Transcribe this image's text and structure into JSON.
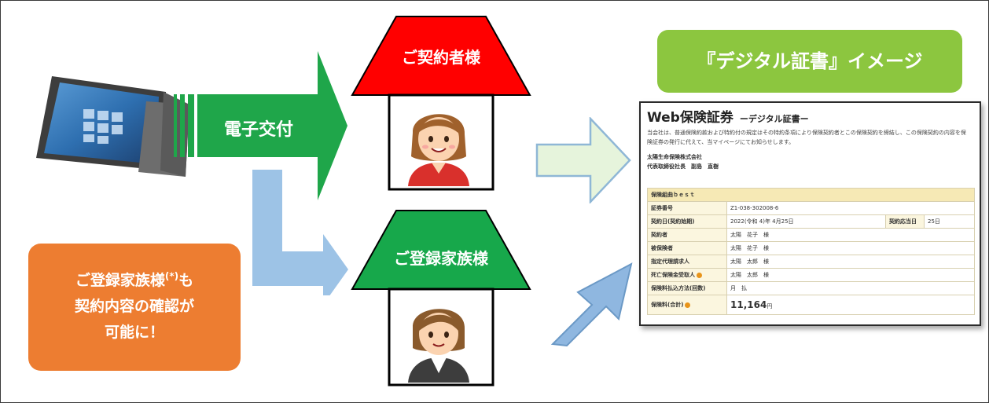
{
  "labels": {
    "electronic_delivery": "電子交付",
    "contractor": "ご契約者様",
    "family": "ご登録家族様",
    "image_caption": "『デジタル証書』イメージ",
    "callout_line1": "ご登録家族様",
    "callout_note": "(*)",
    "callout_line1_end": "も",
    "callout_line2": "契約内容の確認が",
    "callout_line3": "可能に！"
  },
  "doc": {
    "title": "Web保険証券",
    "subtitle": "ーデジタル証書ー",
    "intro_line1": "当会社は、普通保険約款および特約付の規定はその特約条項により保険契約者とこの保険契約を締結し、この保険契約の内容を保",
    "intro_line2": "険証券の発行に代えて、当マイページにてお知らせします。",
    "company_name": "太陽生命保険株式会社",
    "company_rep": "代表取締役社長　副島　直樹",
    "product": "保険組曲ｂｅｓｔ",
    "rows": [
      {
        "label": "証券番号",
        "value": "Z1-038-302008-6"
      },
      {
        "label": "契約日(契約始期)",
        "value": "2022(令和 4)年 4月25日",
        "label2": "契約応当日",
        "value2": "25日"
      },
      {
        "label": "契約者",
        "value": "太陽　花子　様"
      },
      {
        "label": "被保険者",
        "value": "太陽　花子　様"
      },
      {
        "label": "指定代理請求人",
        "value": "太陽　太郎　様"
      },
      {
        "label": "死亡保険金受取人",
        "value": "太陽　太郎　様"
      },
      {
        "label": "保険料払込方法(回数)",
        "value": "月　払"
      },
      {
        "label": "保険料(合計)",
        "value": "11,164",
        "unit": "円"
      }
    ]
  },
  "colors": {
    "green_arrow": "#1fa64a",
    "blue_arrow": "#9dc3e6",
    "contractor_roof": "#ff0000",
    "family_roof": "#17a84b",
    "caption_bg": "#8cc63f",
    "callout_bg": "#ed7d31",
    "outline_arrow": "#b7e2a8"
  }
}
